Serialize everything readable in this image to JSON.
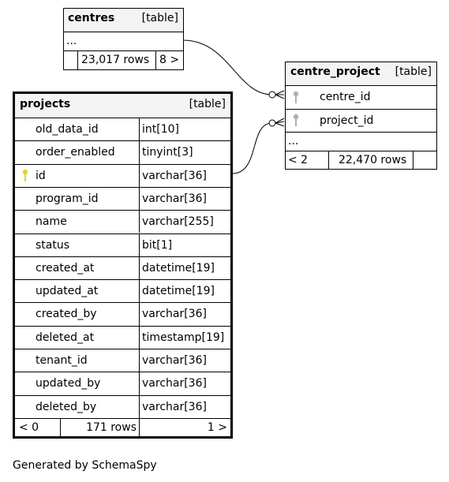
{
  "centres": {
    "name": "centres",
    "kind": "[table]",
    "ellipsis": "...",
    "rows_label": "23,017 rows",
    "children_label": "8 >"
  },
  "centre_project": {
    "name": "centre_project",
    "kind": "[table]",
    "columns": [
      "centre_id",
      "project_id"
    ],
    "ellipsis": "...",
    "parents_label": "< 2",
    "rows_label": "22,470 rows"
  },
  "projects": {
    "name": "projects",
    "kind": "[table]",
    "columns": [
      {
        "name": "old_data_id",
        "type": "int[10]",
        "key": false
      },
      {
        "name": "order_enabled",
        "type": "tinyint[3]",
        "key": false
      },
      {
        "name": "id",
        "type": "varchar[36]",
        "key": true
      },
      {
        "name": "program_id",
        "type": "varchar[36]",
        "key": false
      },
      {
        "name": "name",
        "type": "varchar[255]",
        "key": false
      },
      {
        "name": "status",
        "type": "bit[1]",
        "key": false
      },
      {
        "name": "created_at",
        "type": "datetime[19]",
        "key": false
      },
      {
        "name": "updated_at",
        "type": "datetime[19]",
        "key": false
      },
      {
        "name": "created_by",
        "type": "varchar[36]",
        "key": false
      },
      {
        "name": "deleted_at",
        "type": "timestamp[19]",
        "key": false
      },
      {
        "name": "tenant_id",
        "type": "varchar[36]",
        "key": false
      },
      {
        "name": "updated_by",
        "type": "varchar[36]",
        "key": false
      },
      {
        "name": "deleted_by",
        "type": "varchar[36]",
        "key": false
      }
    ],
    "parents_label": "< 0",
    "rows_label": "171 rows",
    "children_label": "1 >"
  },
  "colors": {
    "key_primary": "#e6d21a",
    "key_foreign": "#b0b0b0",
    "header_bg": "#f4f4f4"
  },
  "footer": "Generated by SchemaSpy"
}
